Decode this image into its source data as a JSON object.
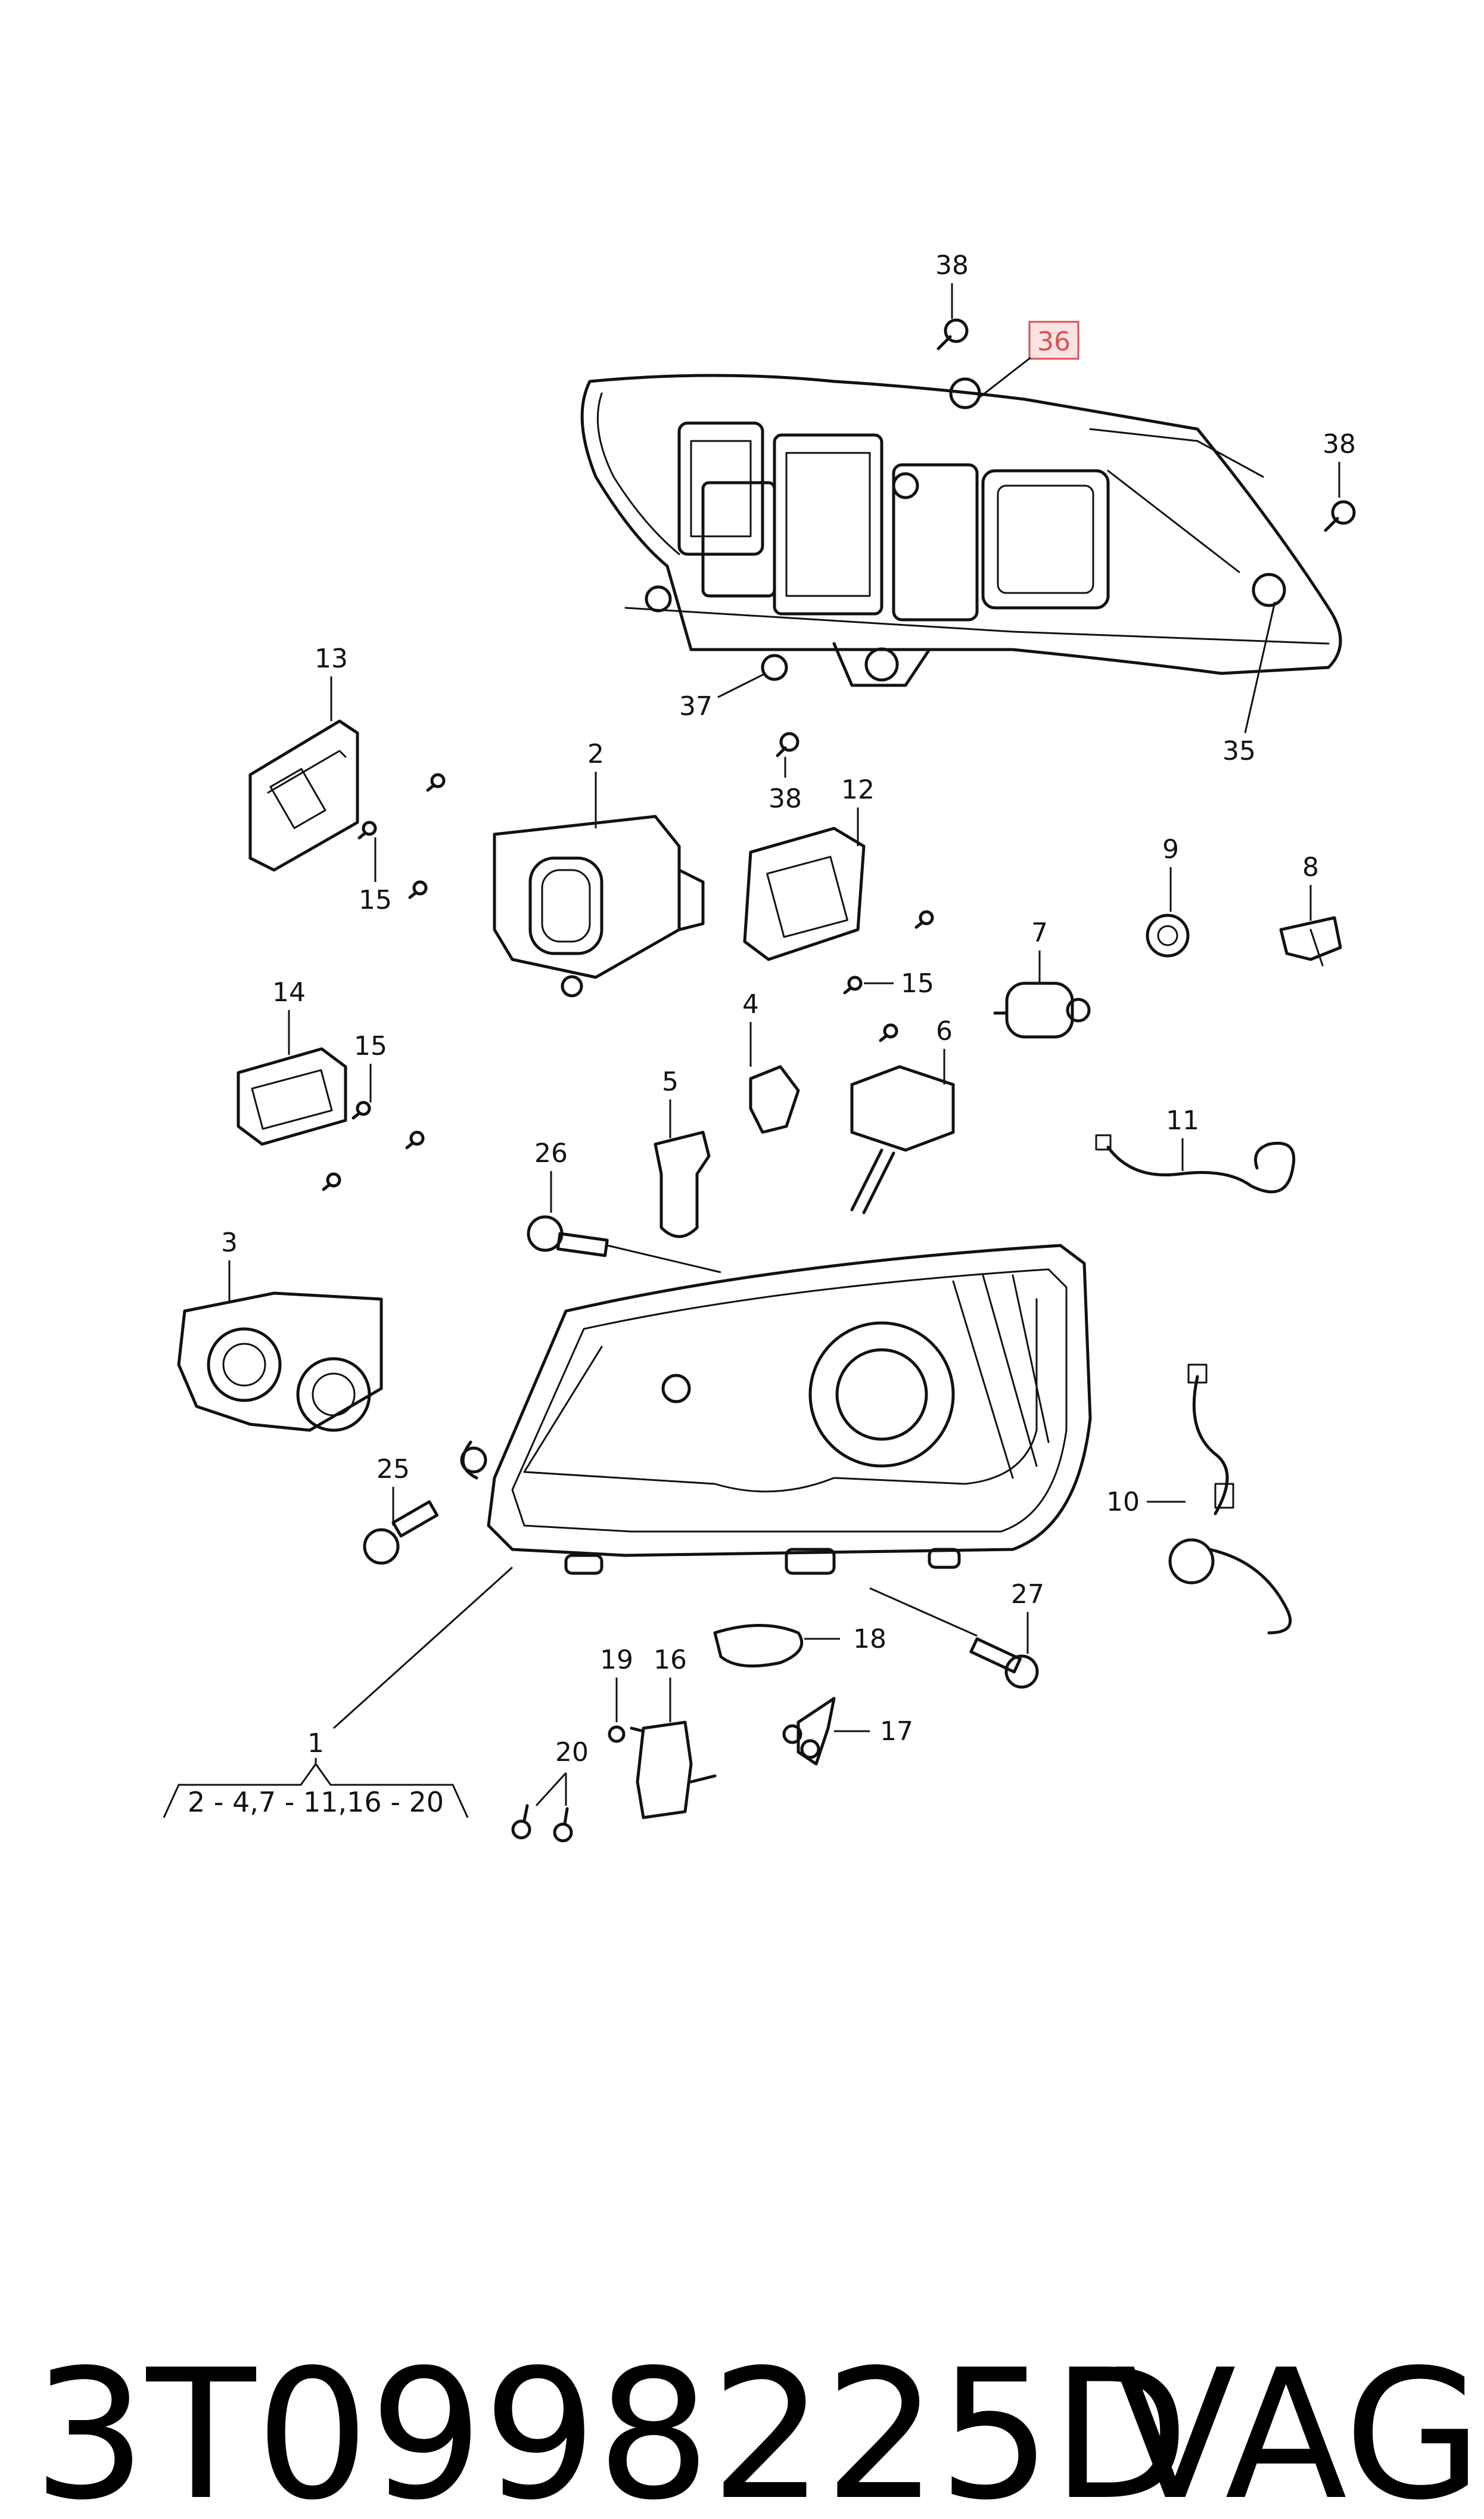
{
  "diagram": {
    "callouts": {
      "c38a": "38",
      "c36": "36",
      "c38b": "38",
      "c37": "37",
      "c35": "35",
      "c13": "13",
      "c2": "2",
      "c38c": "38",
      "c12": "12",
      "c15a": "15",
      "c15b": "15",
      "c9": "9",
      "c8": "8",
      "c7": "7",
      "c14": "14",
      "c15c": "15",
      "c4": "4",
      "c6": "6",
      "c5": "5",
      "c26": "26",
      "c11": "11",
      "c3": "3",
      "c25": "25",
      "c10": "10",
      "c27": "27",
      "c18": "18",
      "c19": "19",
      "c16": "16",
      "c17": "17",
      "c20": "20",
      "c1": "1"
    },
    "group_note": "2 - 4,7 - 11,16 - 20",
    "highlight_color": "#d9534f",
    "highlight_fill": "#fbe3e3"
  },
  "footer": {
    "part_number": "3T0998225D",
    "brand": "VAG"
  }
}
